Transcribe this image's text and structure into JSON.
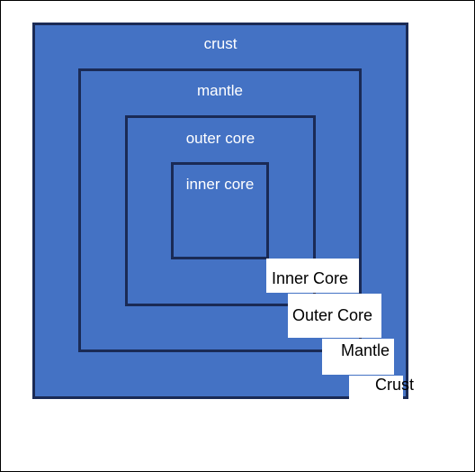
{
  "colors": {
    "layer_fill": "#4472c4",
    "border": "#1a2a55",
    "label_text": "#ffffff",
    "answer_bg": "#ffffff",
    "answer_text": "#000000"
  },
  "layers": {
    "crust": "crust",
    "mantle": "mantle",
    "outer_core": "outer core",
    "inner_core": "inner core"
  },
  "answers": {
    "inner_core": "Inner Core",
    "outer_core": "Outer Core",
    "mantle": "Mantle",
    "crust": "Crust"
  }
}
